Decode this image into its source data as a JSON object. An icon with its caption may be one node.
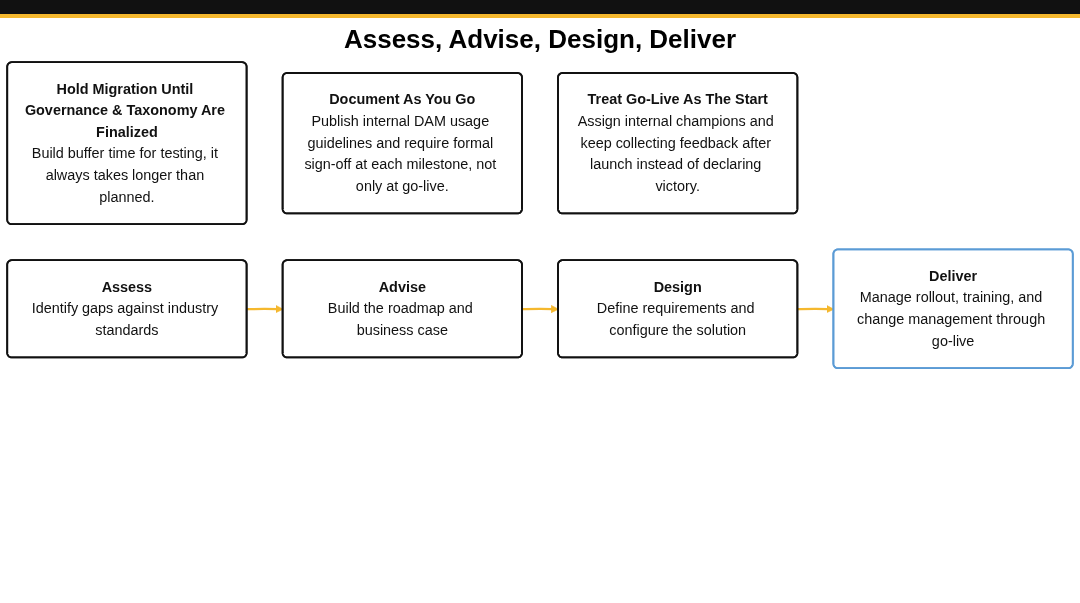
{
  "diagram": {
    "title": "Assess, Advise, Design, Deliver",
    "nodes": [
      {
        "text": [
          "Hold Migration Until Governance & Taxonomy Are Finalized",
          "Build buffer time for testing, it always takes longer than planned."
        ]
      },
      {
        "text": [
          "Document As You Go",
          "Publish internal DAM usage guidelines and require formal sign-off at each milestone, not only at go-live."
        ]
      },
      {
        "text": [
          "Treat Go-Live As The Start",
          "Assign internal champions and keep collecting feedback after launch instead of declaring victory."
        ]
      },
      {
        "text": [
          "Assess",
          "Identify gaps against industry standards"
        ]
      },
      {
        "text": [
          "Advise",
          "Build the roadmap and business case"
        ]
      },
      {
        "text": [
          "Design",
          "Define requirements and configure the solution"
        ]
      },
      {
        "text": [
          "Deliver",
          "Manage rollout, training, and change management through go-live"
        ]
      }
    ],
    "edges": [
      {
        "from": 3,
        "to": 4,
        "arrow": "to"
      },
      {
        "from": 4,
        "to": 5,
        "arrow": "to"
      },
      {
        "from": 5,
        "to": 6,
        "arrow": "to"
      }
    ]
  }
}
